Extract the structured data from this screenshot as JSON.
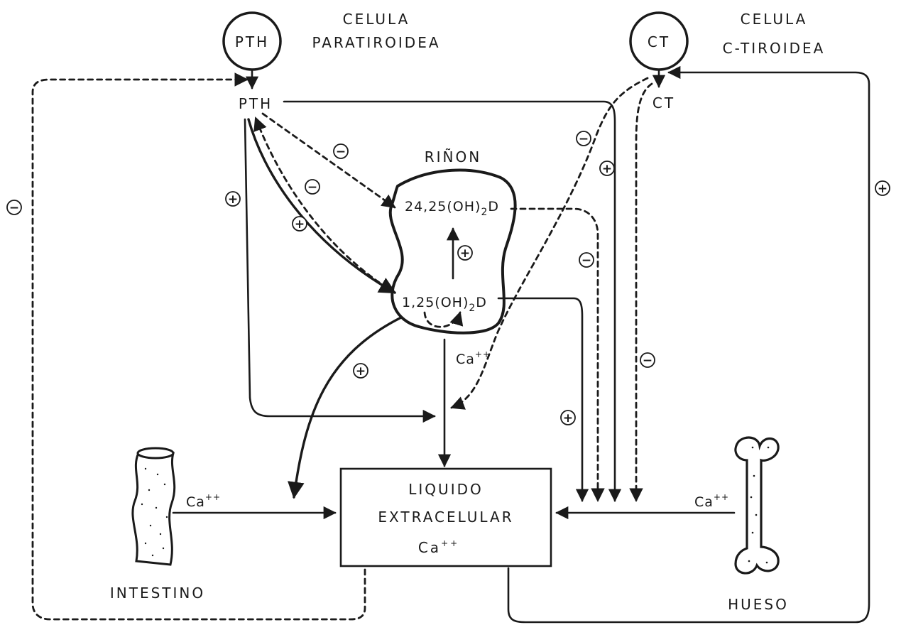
{
  "cells": {
    "pth_circle": "PTH",
    "pth_cell_line1": "CELULA",
    "pth_cell_line2": "PARATIROIDEA",
    "ct_circle": "CT",
    "ct_cell_line1": "CELULA",
    "ct_cell_line2": "C-TIROIDEA"
  },
  "hormones": {
    "pth": "PTH",
    "ct": "CT"
  },
  "kidney": {
    "title": "RIÑON",
    "metabolite_24": "24,25(OH)",
    "metabolite_24_sub": "2",
    "metabolite_24_suffix": "D",
    "metabolite_1": "1,25(OH)",
    "metabolite_1_sub": "2",
    "metabolite_1_suffix": "D"
  },
  "calcium": "Ca",
  "calcium_sup": "++",
  "ecf": {
    "line1": "LIQUIDO",
    "line2": "EXTRACELULAR",
    "line3": "Ca",
    "line3_sup": "++"
  },
  "organs": {
    "intestine": "INTESTINO",
    "bone": "HUESO"
  },
  "signs": {
    "plus": "+",
    "minus": "−"
  }
}
